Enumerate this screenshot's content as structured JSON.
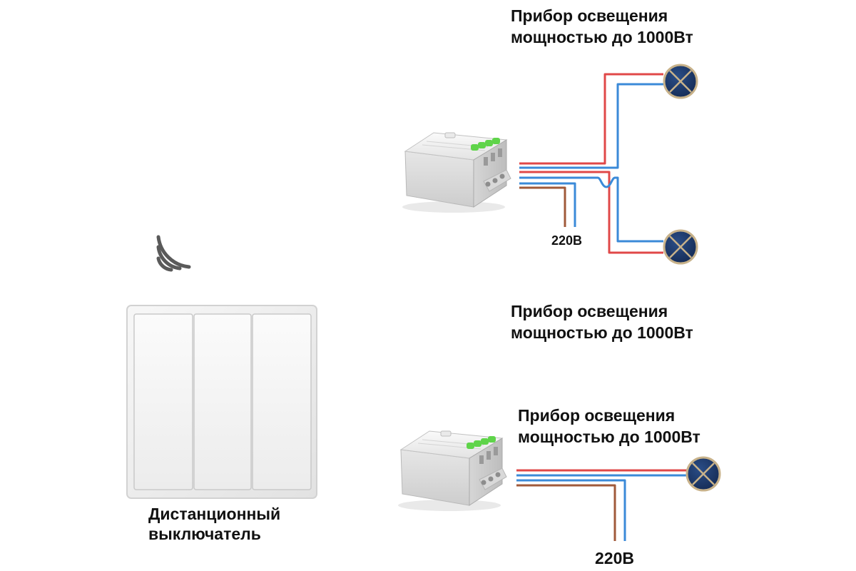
{
  "remote_switch": {
    "label_line1": "Дистанционный",
    "label_line2": "выключатель",
    "key_count": 3,
    "wireless_icon": "radio-waves-icon"
  },
  "top_circuit": {
    "lamp_label_top": {
      "line1": "Прибор освещения",
      "line2": "мощностью до 1000Вт"
    },
    "lamp_label_bottom": {
      "line1": "Прибор освещения",
      "line2": "мощностью до 1000Вт"
    },
    "supply_label": "220В",
    "lamp_count": 2
  },
  "bottom_circuit": {
    "lamp_label": {
      "line1": "Прибор освещения",
      "line2": "мощностью до 1000Вт"
    },
    "supply_label": "220В",
    "lamp_count": 1
  },
  "colors": {
    "wire_red": "#e04848",
    "wire_blue": "#3b8ad8",
    "wire_brown": "#a05a3a",
    "lamp_fill": "#1f3b6e",
    "lamp_ring": "#c8b28a",
    "terminal_green": "#5fd44a"
  }
}
